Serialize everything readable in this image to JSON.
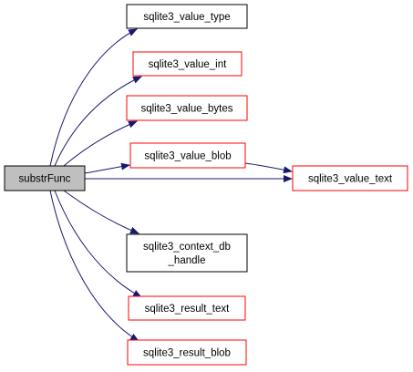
{
  "diagram": {
    "type": "call-graph",
    "colors": {
      "edge": "#191970",
      "root_fill": "#bfbfbf",
      "black_border": "#000000",
      "red_border": "#ff0000",
      "node_fill": "#ffffff"
    },
    "root": {
      "id": "substrFunc",
      "label": "substrFunc"
    },
    "nodes": [
      {
        "id": "sqlite3_value_type",
        "lines": [
          "sqlite3_value_type"
        ],
        "border": "black"
      },
      {
        "id": "sqlite3_value_int",
        "lines": [
          "sqlite3_value_int"
        ],
        "border": "red"
      },
      {
        "id": "sqlite3_value_bytes",
        "lines": [
          "sqlite3_value_bytes"
        ],
        "border": "red"
      },
      {
        "id": "sqlite3_value_blob",
        "lines": [
          "sqlite3_value_blob"
        ],
        "border": "red"
      },
      {
        "id": "sqlite3_value_text",
        "lines": [
          "sqlite3_value_text"
        ],
        "border": "red"
      },
      {
        "id": "sqlite3_context_db_handle",
        "lines": [
          "sqlite3_context_db",
          "_handle"
        ],
        "border": "black"
      },
      {
        "id": "sqlite3_result_text",
        "lines": [
          "sqlite3_result_text"
        ],
        "border": "red"
      },
      {
        "id": "sqlite3_result_blob",
        "lines": [
          "sqlite3_result_blob"
        ],
        "border": "red"
      }
    ],
    "edges": [
      {
        "from": "substrFunc",
        "to": "sqlite3_value_type"
      },
      {
        "from": "substrFunc",
        "to": "sqlite3_value_int"
      },
      {
        "from": "substrFunc",
        "to": "sqlite3_value_bytes"
      },
      {
        "from": "substrFunc",
        "to": "sqlite3_value_blob"
      },
      {
        "from": "substrFunc",
        "to": "sqlite3_value_text"
      },
      {
        "from": "substrFunc",
        "to": "sqlite3_context_db_handle"
      },
      {
        "from": "substrFunc",
        "to": "sqlite3_result_text"
      },
      {
        "from": "substrFunc",
        "to": "sqlite3_result_blob"
      },
      {
        "from": "sqlite3_value_blob",
        "to": "sqlite3_value_text"
      }
    ]
  }
}
